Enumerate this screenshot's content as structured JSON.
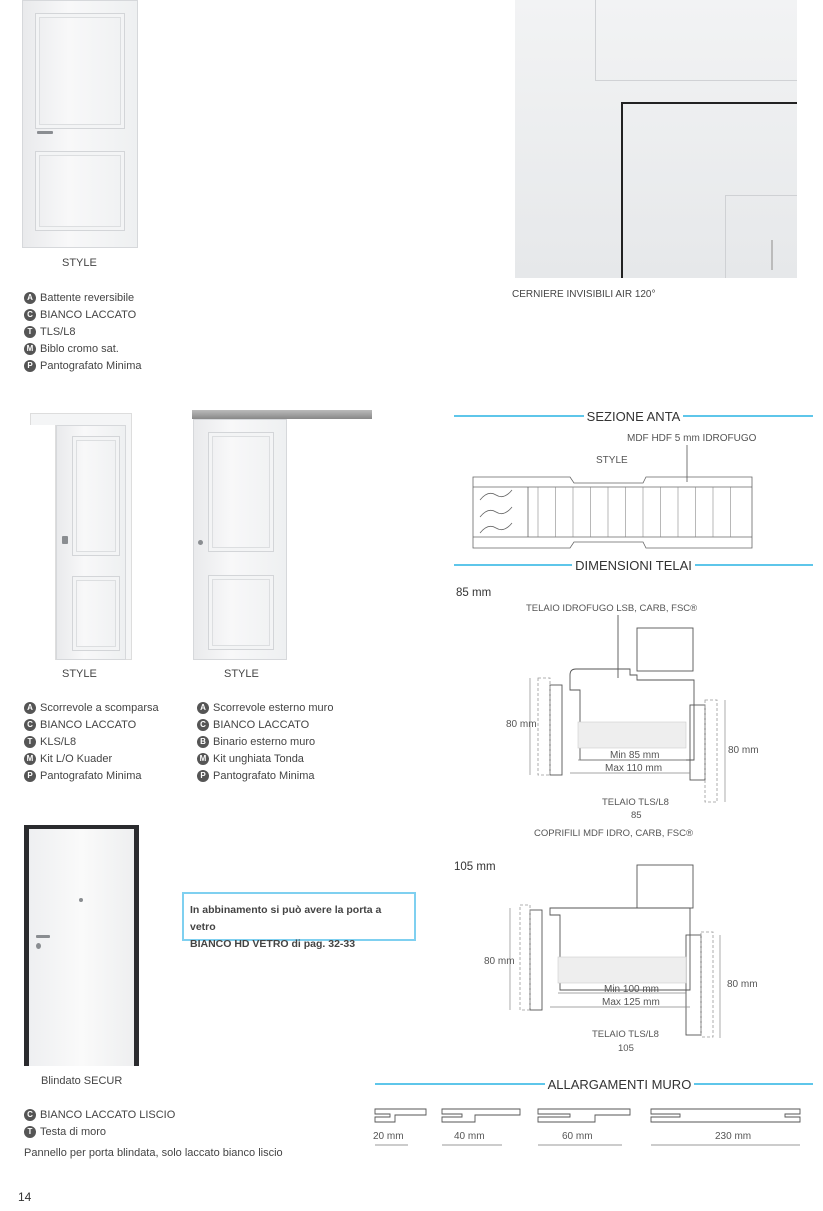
{
  "products": [
    {
      "name": "STYLE",
      "specs": [
        {
          "code": "A",
          "text": "Battente reversibile"
        },
        {
          "code": "C",
          "text": "BIANCO LACCATO"
        },
        {
          "code": "T",
          "text": "TLS/L8"
        },
        {
          "code": "M",
          "text": "Biblo cromo sat."
        },
        {
          "code": "P",
          "text": "Pantografato Minima"
        }
      ]
    },
    {
      "name": "STYLE",
      "specs": [
        {
          "code": "A",
          "text": "Scorrevole a scomparsa"
        },
        {
          "code": "C",
          "text": "BIANCO LACCATO"
        },
        {
          "code": "T",
          "text": "KLS/L8"
        },
        {
          "code": "M",
          "text": "Kit L/O Kuader"
        },
        {
          "code": "P",
          "text": "Pantografato Minima"
        }
      ]
    },
    {
      "name": "STYLE",
      "specs": [
        {
          "code": "A",
          "text": "Scorrevole esterno muro"
        },
        {
          "code": "C",
          "text": "BIANCO LACCATO"
        },
        {
          "code": "B",
          "text": "Binario esterno muro"
        },
        {
          "code": "M",
          "text": "Kit unghiata Tonda"
        },
        {
          "code": "P",
          "text": "Pantografato Minima"
        }
      ]
    },
    {
      "name": "Blindato SECUR",
      "specs": [
        {
          "code": "C",
          "text": "BIANCO LACCATO LISCIO"
        },
        {
          "code": "T",
          "text": "Testa di moro"
        }
      ],
      "note": "Pannello per porta blindata, solo laccato bianco liscio"
    }
  ],
  "hinge_caption": "CERNIERE INVISIBILI AIR 120°",
  "note_box": {
    "line1": "In abbinamento si può avere la porta a vetro",
    "line2": "BIANCO HD VETRO di pag. 32-33"
  },
  "sezione": {
    "title": "SEZIONE ANTA",
    "material": "MDF HDF 5 mm IDROFUGO",
    "model": "STYLE"
  },
  "telai": {
    "title": "DIMENSIONI TELAI",
    "frame85": {
      "size": "85 mm",
      "top_label": "TELAIO IDROFUGO LSB, CARB, FSC®",
      "left_dim": "80 mm",
      "right_dim": "80 mm",
      "min": "Min 85 mm",
      "max": "Max 110 mm",
      "frame_label": "TELAIO TLS/L8",
      "frame_num": "85",
      "bottom_label": "COPRIFILI MDF IDRO, CARB, FSC®"
    },
    "frame105": {
      "size": "105 mm",
      "left_dim": "80 mm",
      "right_dim": "80 mm",
      "min": "Min 100 mm",
      "max": "Max 125 mm",
      "frame_label": "TELAIO TLS/L8",
      "frame_num": "105"
    }
  },
  "allargamenti": {
    "title": "ALLARGAMENTI MURO",
    "sizes": [
      "20 mm",
      "40 mm",
      "60 mm",
      "230 mm"
    ]
  },
  "page_number": "14",
  "colors": {
    "accent": "#5ec6ea",
    "badge": "#555555"
  }
}
